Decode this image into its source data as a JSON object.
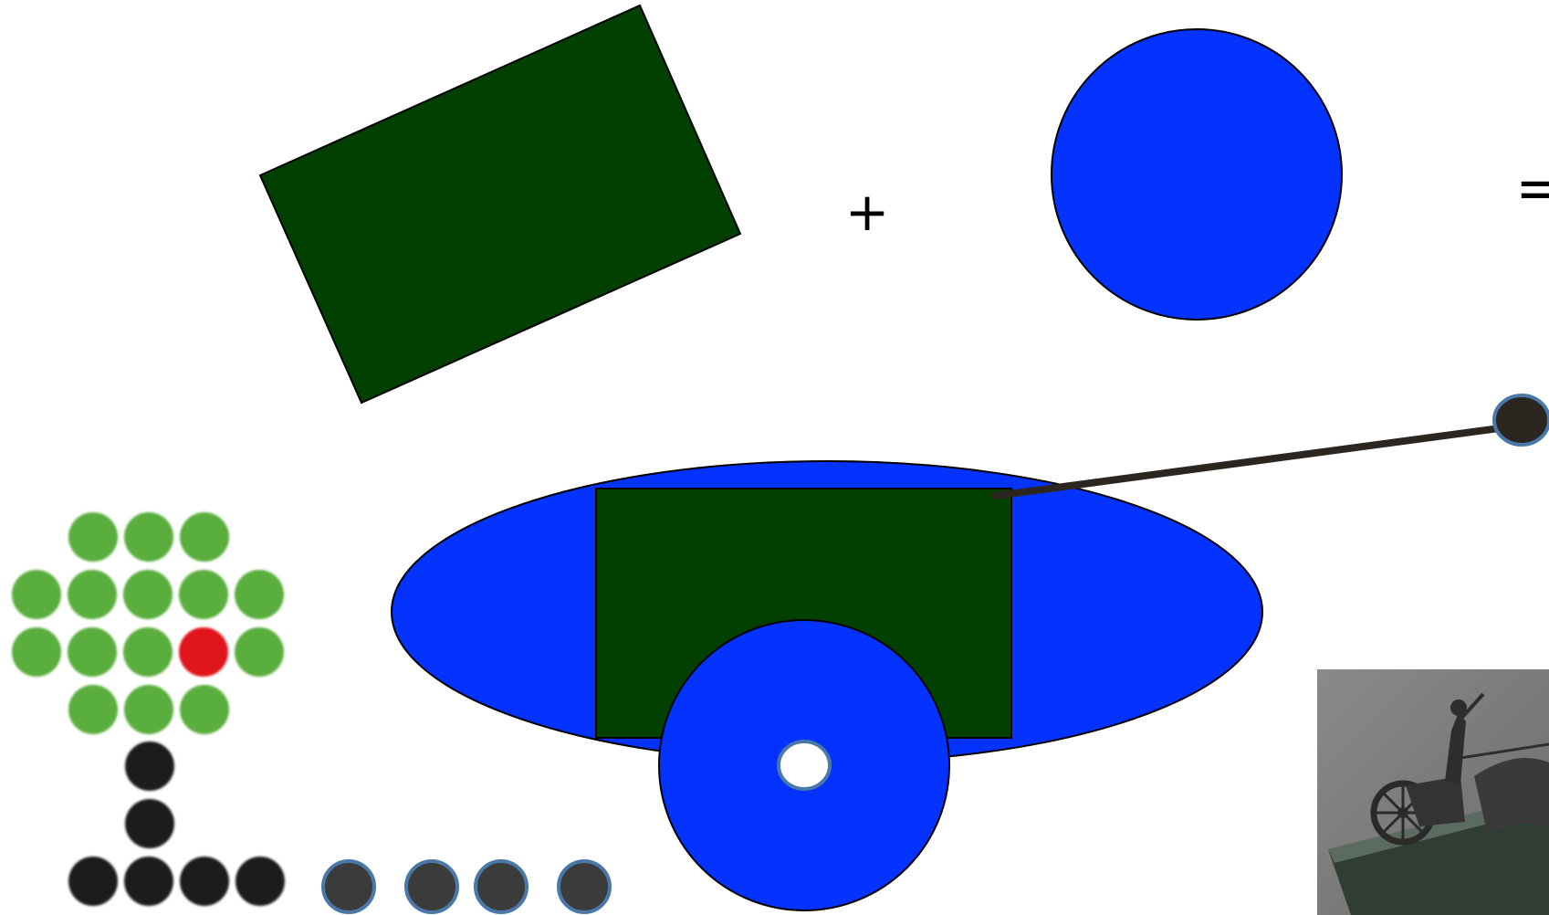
{
  "symbols": {
    "plus": "+",
    "equals": "="
  },
  "colors": {
    "background": "#ffffff",
    "dark_green": "#024002",
    "blue": "#0433ff",
    "outline": "#000000",
    "pole": "#2b2620",
    "pole_knob": "#2b2620",
    "knob_ring": "#4a78a8",
    "dot_green": "#5aae3c",
    "dot_red": "#e0191b",
    "dot_black": "#1e1e1e",
    "dot_gray": "#3b3b3b",
    "photo_bg": "#7a7a7a",
    "marble": "#3a4a3e"
  },
  "figure": {
    "shapes": [
      "green-rectangle",
      "blue-circle"
    ],
    "result": "chariot",
    "photo": "bronze-chariot-statue-photo"
  },
  "dots": {
    "tree_rows": [
      [
        "green",
        "green",
        "green"
      ],
      [
        "green",
        "green",
        "green",
        "green",
        "green"
      ],
      [
        "green",
        "green",
        "green",
        "red",
        "green"
      ],
      [
        "green",
        "green",
        "green"
      ],
      [
        "black"
      ],
      [
        "black"
      ],
      [
        "black",
        "black",
        "black",
        "black"
      ]
    ],
    "gray_count": 4
  }
}
